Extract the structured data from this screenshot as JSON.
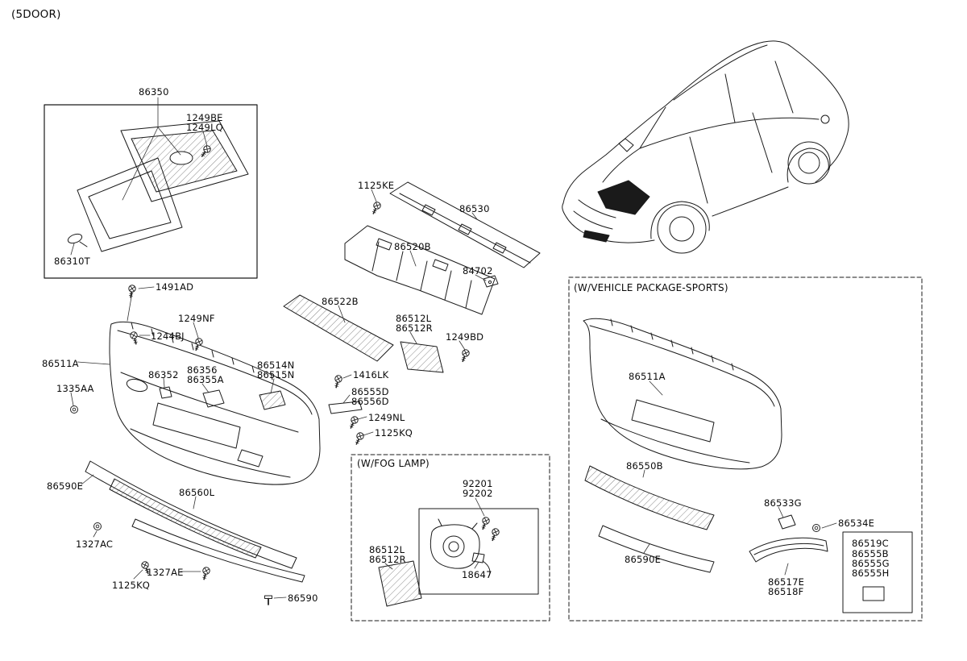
{
  "page": {
    "title": "(5DOOR)"
  },
  "sections": {
    "fog_lamp_title": "(W/FOG LAMP)",
    "sports_title": "(W/VEHICLE PACKAGE-SPORTS)"
  },
  "labels": {
    "p86350": "86350",
    "p1249BE": "1249BE",
    "p1249LQ": "1249LQ",
    "p86310T": "86310T",
    "p1125KE": "1125KE",
    "p86530": "86530",
    "p86520B": "86520B",
    "p84702": "84702",
    "p86522B": "86522B",
    "p86512L": "86512L",
    "p86512R": "86512R",
    "p1249BD": "1249BD",
    "p1491AD": "1491AD",
    "p1249NF": "1249NF",
    "p1244BJ": "1244BJ",
    "p86511A": "86511A",
    "p1335AA": "1335AA",
    "p86352": "86352",
    "p86356": "86356",
    "p86355A": "86355A",
    "p86514N": "86514N",
    "p86515N": "86515N",
    "p1416LK": "1416LK",
    "p86555D": "86555D",
    "p86556D": "86556D",
    "p1249NL": "1249NL",
    "p1125KQ": "1125KQ",
    "p86590E": "86590E",
    "p86560L": "86560L",
    "p1327AC": "1327AC",
    "p1327AE": "1327AE",
    "p86590": "86590",
    "p92201": "92201",
    "p92202": "92202",
    "p18647": "18647",
    "p86550B": "86550B",
    "p86533G": "86533G",
    "p86534E": "86534E",
    "p86517E": "86517E",
    "p86518F": "86518F",
    "p86519C": "86519C",
    "p86555B": "86555B",
    "p86555G": "86555G",
    "p86555H": "86555H"
  }
}
